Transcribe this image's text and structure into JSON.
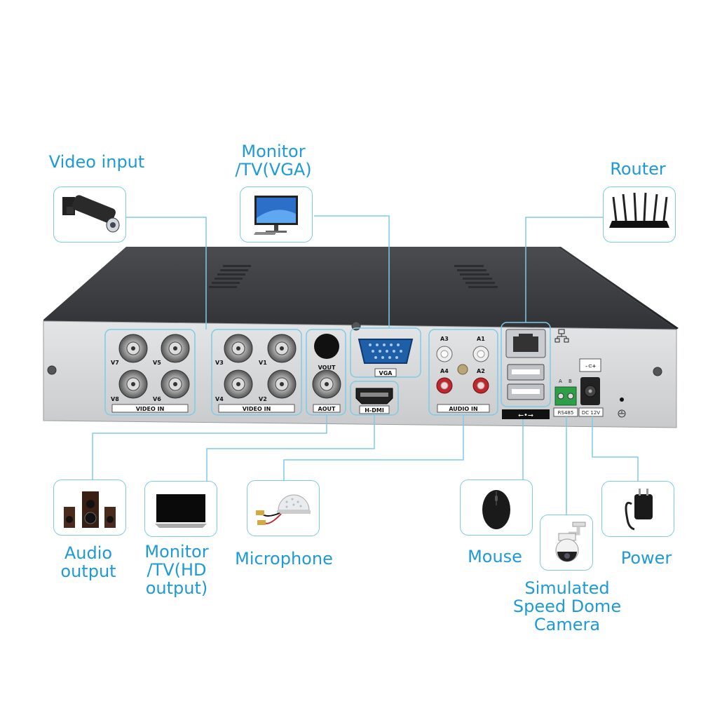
{
  "labels": {
    "video_input": "Video input",
    "monitor_vga": "Monitor\n/TV(VGA)",
    "router": "Router",
    "audio_output": "Audio\noutput",
    "monitor_hd": "Monitor\n/TV(HD\noutput)",
    "microphone": "Microphone",
    "mouse": "Mouse",
    "speed_dome": "Simulated\nSpeed Dome\nCamera",
    "power": "Power"
  },
  "panel": {
    "video_in_1": "VIDEO IN",
    "video_in_2": "VIDEO IN",
    "vout": "VOUT",
    "aout": "AOUT",
    "vga": "VGA",
    "hdmi": "H-DMI",
    "audio_in": "AUDIO IN",
    "rs485": "RS485",
    "dc12v": "DC 12V",
    "a": "A",
    "b": "B",
    "v7": "V7",
    "v5": "V5",
    "v8": "V8",
    "v6": "V6",
    "v3": "V3",
    "v1": "V1",
    "v4": "V4",
    "v2": "V2",
    "a3": "A3",
    "a1": "A1",
    "a4": "A4",
    "a2": "A2"
  },
  "colors": {
    "accent": "#1e9ad6",
    "icon_border": "#7ecbe8",
    "chassis_top": "#3a3c40",
    "panel": "#d9dadc"
  }
}
